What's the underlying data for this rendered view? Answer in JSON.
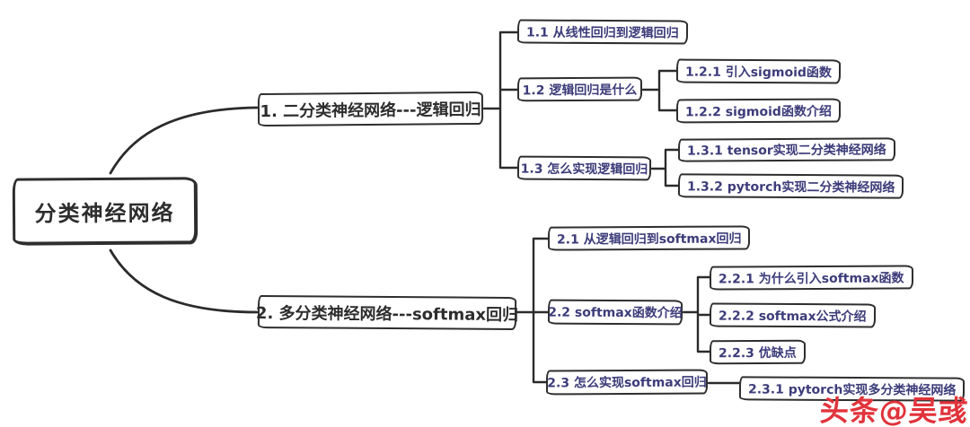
{
  "root": {
    "label": "分类神经网络"
  },
  "branches": [
    {
      "label": "1. 二分类神经网络---逻辑回归",
      "children": [
        {
          "label": "1.1 从线性回归到逻辑回归",
          "children": []
        },
        {
          "label": "1.2 逻辑回归是什么",
          "children": [
            {
              "label": "1.2.1 引入sigmoid函数"
            },
            {
              "label": "1.2.2 sigmoid函数介绍"
            }
          ]
        },
        {
          "label": "1.3 怎么实现逻辑回归",
          "children": [
            {
              "label": "1.3.1 tensor实现二分类神经网络"
            },
            {
              "label": "1.3.2 pytorch实现二分类神经网络"
            }
          ]
        }
      ]
    },
    {
      "label": "2. 多分类神经网络---softmax回归",
      "children": [
        {
          "label": "2.1 从逻辑回归到softmax回归",
          "children": []
        },
        {
          "label": "2.2 softmax函数介绍",
          "children": [
            {
              "label": "2.2.1 为什么引入softmax函数"
            },
            {
              "label": "2.2.2 softmax公式介绍"
            },
            {
              "label": "2.2.3 优缺点"
            }
          ]
        },
        {
          "label": "2.3 怎么实现softmax回归",
          "children": [
            {
              "label": "2.3.1 pytorch实现多分类神经网络"
            }
          ]
        }
      ]
    }
  ],
  "watermark": {
    "text": "头条@吴彧",
    "color": "#e1333b"
  },
  "colors": {
    "background": "#ffffff",
    "line": "#2b2b2b",
    "box_border": "#2e2e2e",
    "branch_text": "#2d2d2d",
    "child_text": "#3c3c7a",
    "watermark_red": "#e1333b"
  }
}
